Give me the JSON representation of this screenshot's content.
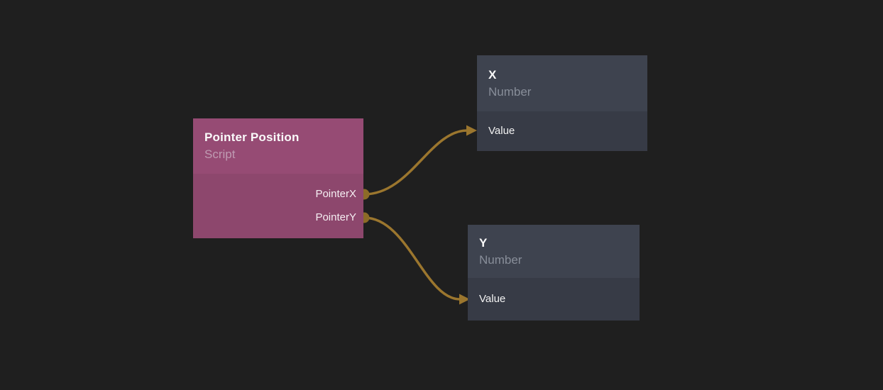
{
  "canvas": {
    "background": "#1f1f1f"
  },
  "nodes": [
    {
      "title": "Pointer Position",
      "subtitle": "Script",
      "inputs": [],
      "outputs": [
        {
          "label": "PointerX"
        },
        {
          "label": "PointerY"
        }
      ],
      "colors": {
        "header": "#964b74",
        "body": "#8d476d"
      }
    },
    {
      "title": "X",
      "subtitle": "Number",
      "inputs": [
        {
          "label": "Value"
        }
      ],
      "outputs": [],
      "colors": {
        "header": "#3e434f",
        "body": "#373b46"
      }
    },
    {
      "title": "Y",
      "subtitle": "Number",
      "inputs": [
        {
          "label": "Value"
        }
      ],
      "outputs": [],
      "colors": {
        "header": "#3e434f",
        "body": "#373b46"
      }
    }
  ],
  "connections": [
    {
      "from_node": "Pointer Position",
      "from_port": "PointerX",
      "to_node": "X",
      "to_port": "Value"
    },
    {
      "from_node": "Pointer Position",
      "from_port": "PointerY",
      "to_node": "Y",
      "to_port": "Value"
    }
  ],
  "wires": {
    "color": "#9b762e",
    "port_color": "#8c6b27"
  }
}
